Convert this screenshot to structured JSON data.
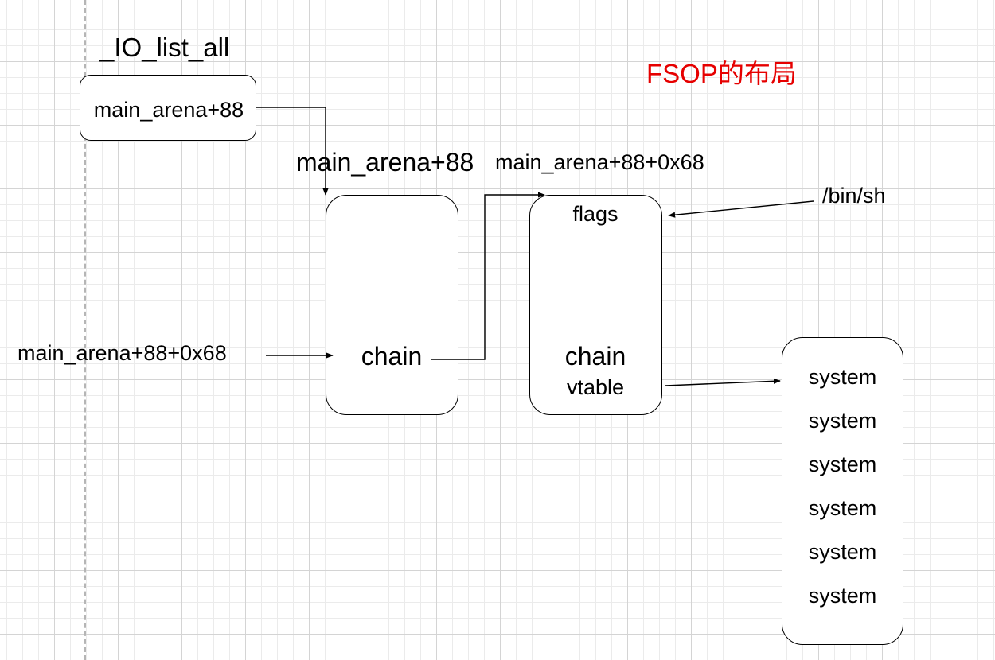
{
  "title": "FSOP的布局",
  "title_color": "#e60000",
  "io_list_all": {
    "label": "_IO_list_all",
    "value": "main_arena+88"
  },
  "chunk1": {
    "address_label": "main_arena+88",
    "field": "chain"
  },
  "chunk2": {
    "address_label": "main_arena+88+0x68",
    "fields": [
      "flags",
      "chain",
      "vtable"
    ]
  },
  "external_labels": {
    "left_pointer": "main_arena+88+0x68",
    "binsh": "/bin/sh"
  },
  "vtable_entries": [
    "system",
    "system",
    "system",
    "system",
    "system",
    "system"
  ]
}
